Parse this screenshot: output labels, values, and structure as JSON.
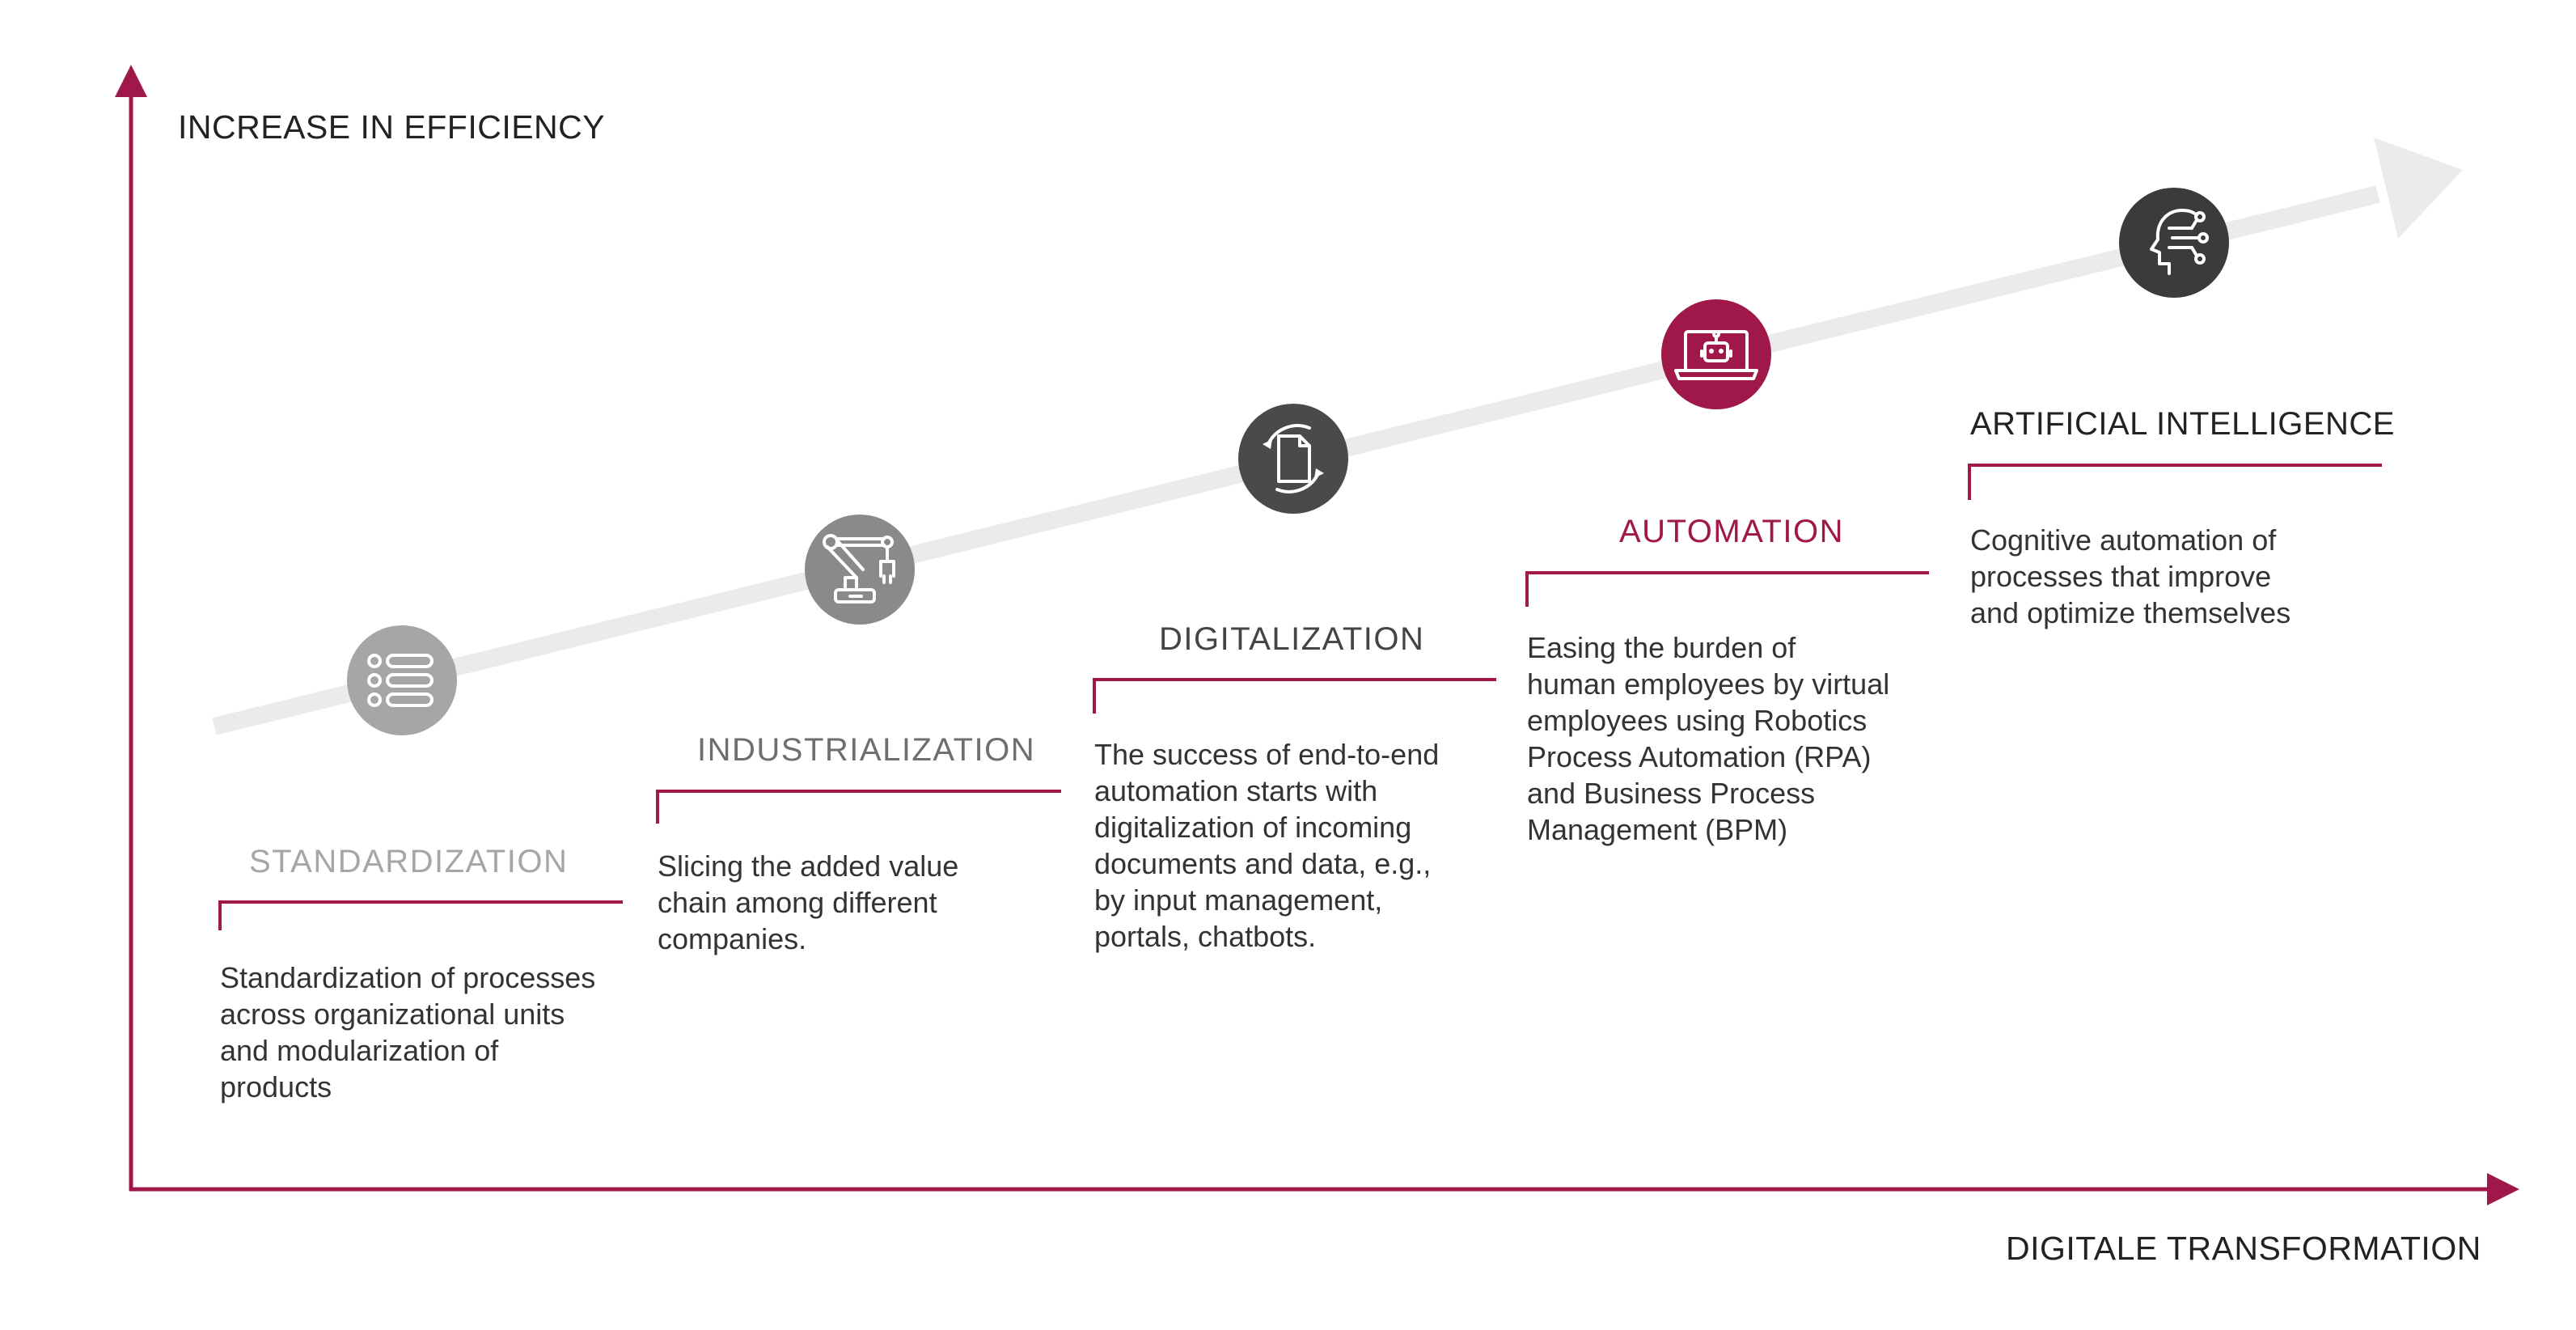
{
  "axes": {
    "y_label": "INCREASE IN EFFICIENCY",
    "x_label": "DIGITALE TRANSFORMATION"
  },
  "colors": {
    "accent": "#a0184a",
    "dark": "#3b3b3b",
    "mid": "#8a8a8a",
    "light": "#a6a6a6",
    "arrow": "#ebebeb"
  },
  "stages": [
    {
      "title": "STANDARDIZATION",
      "title_color": "#a6a6a6",
      "icon": "list-icon",
      "description": [
        "Standardization of processes",
        "across organizational units",
        "and modularization of",
        "products"
      ]
    },
    {
      "title": "INDUSTRIALIZATION",
      "title_color": "#6e6e6e",
      "icon": "robot-arm-icon",
      "description": [
        "Slicing the added value",
        "chain among different",
        "companies."
      ]
    },
    {
      "title": "DIGITALIZATION",
      "title_color": "#444444",
      "icon": "document-cycle-icon",
      "description": [
        "The success of end-to-end",
        "automation starts with",
        "digitalization of incoming",
        "documents and data, e.g.,",
        "by input management,",
        "portals, chatbots."
      ]
    },
    {
      "title": "AUTOMATION",
      "title_color": "#a0184a",
      "icon": "laptop-bot-icon",
      "description": [
        "Easing the burden of",
        "human employees by virtual",
        "employees using Robotics",
        "Process Automation (RPA)",
        "and Business Process",
        "Management (BPM)"
      ]
    },
    {
      "title": "ARTIFICIAL INTELLIGENCE",
      "title_color": "#222222",
      "icon": "ai-head-icon",
      "description": [
        "Cognitive automation of",
        "processes that improve",
        "and optimize themselves"
      ]
    }
  ]
}
